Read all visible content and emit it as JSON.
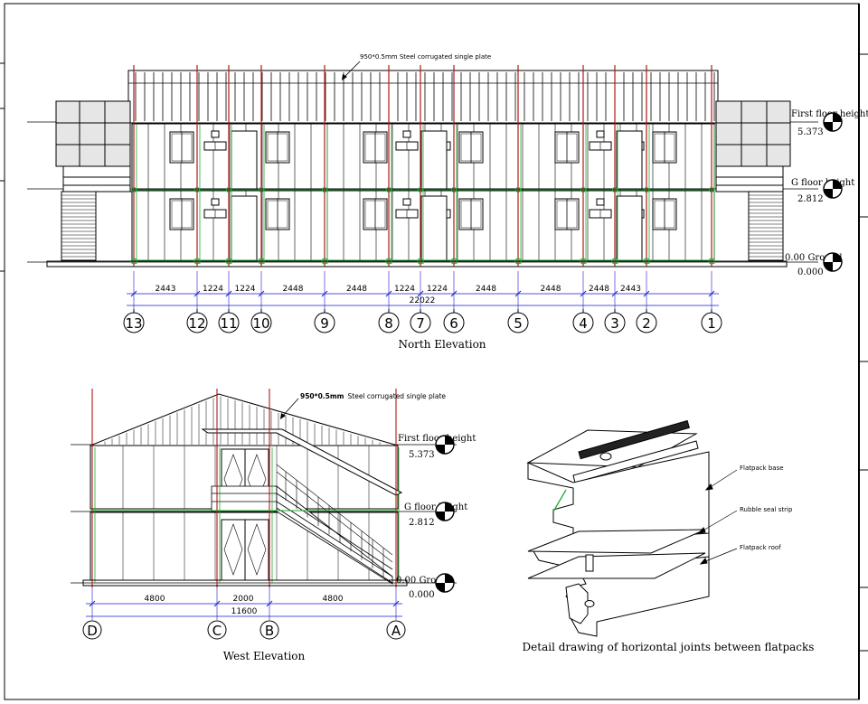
{
  "north": {
    "title": "North Elevation",
    "roof_note": "950*0.5mm Steel corrugated single plate",
    "levels": [
      {
        "label": "First floor height",
        "value": "5.373"
      },
      {
        "label": "G floor height",
        "value": "2.812"
      },
      {
        "label": "0.00 Ground",
        "value": "0.000"
      }
    ],
    "dims": [
      "2443",
      "1224",
      "1224",
      "2448",
      "2448",
      "1224",
      "1224",
      "2448",
      "2448",
      "2448",
      "2443"
    ],
    "total": "22022",
    "axes": [
      "13",
      "12",
      "11",
      "10",
      "9",
      "8",
      "7",
      "6",
      "5",
      "4",
      "3",
      "2",
      "1"
    ]
  },
  "west": {
    "title": "West Elevation",
    "roof_note_bold": "950*0.5mm",
    "roof_note_rest": "Steel corrugated single plate",
    "levels": [
      {
        "label": "First floor height",
        "value": "5.373"
      },
      {
        "label": "G floor height",
        "value": "2.812"
      },
      {
        "label": "0.00 Ground",
        "value": "0.000"
      }
    ],
    "dims": [
      "4800",
      "2000",
      "4800"
    ],
    "total": "11600",
    "axes": [
      "D",
      "C",
      "B",
      "A"
    ]
  },
  "detail": {
    "title": "Detail drawing of horizontal joints between flatpacks",
    "labels": [
      "Flatpack base",
      "Rubble seal strip",
      "Flatpack roof"
    ]
  },
  "colors": {
    "dim_blue": "#1a1acc",
    "grid_red": "#b01818",
    "grid_green": "#22aa33",
    "ink": "#000000"
  }
}
